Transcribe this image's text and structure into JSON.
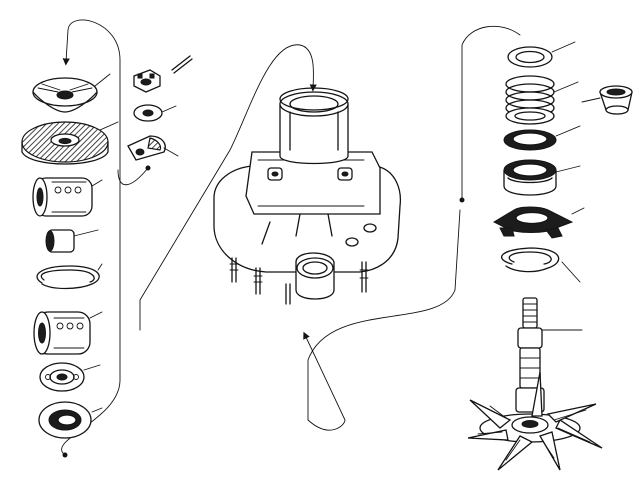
{
  "figure": {
    "ink_color": "#141414",
    "background_color": "#ffffff",
    "components": [
      "pulley-hub-cone",
      "pulley-hub-flange",
      "front-ball-bearing",
      "spacer-sleeve",
      "front-snap-ring",
      "center-ball-bearing",
      "rear-ball-bearing",
      "oil-seal",
      "castle-nut",
      "cotter-pin",
      "flat-washer",
      "woodruff-key",
      "pump-housing",
      "seal-retainer-ring",
      "seal-spring",
      "seal-carbon-ring",
      "seal-cup",
      "seal-assembly",
      "seal-lock-ring",
      "rear-snap-ring",
      "impeller-shaft",
      "impeller",
      "bushing"
    ]
  }
}
